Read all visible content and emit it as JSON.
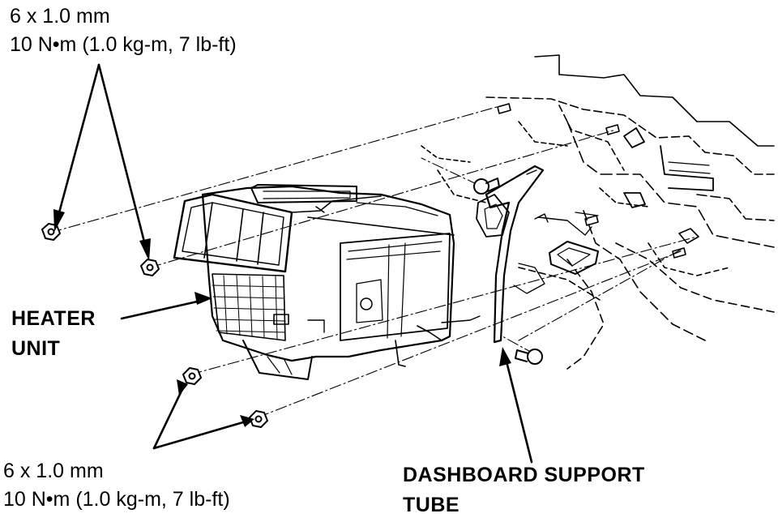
{
  "labels": {
    "top_spec_line1": "6 x 1.0 mm",
    "top_spec_line2": "10 N•m (1.0 kg-m, 7 lb-ft)",
    "bottom_spec_line1": "6 x 1.0 mm",
    "bottom_spec_line2": "10 N•m (1.0 kg-m, 7 lb-ft)",
    "heater_unit_line1": "HEATER",
    "heater_unit_line2": "UNIT",
    "dashboard_line1": "DASHBOARD SUPPORT",
    "dashboard_line2": "TUBE"
  }
}
